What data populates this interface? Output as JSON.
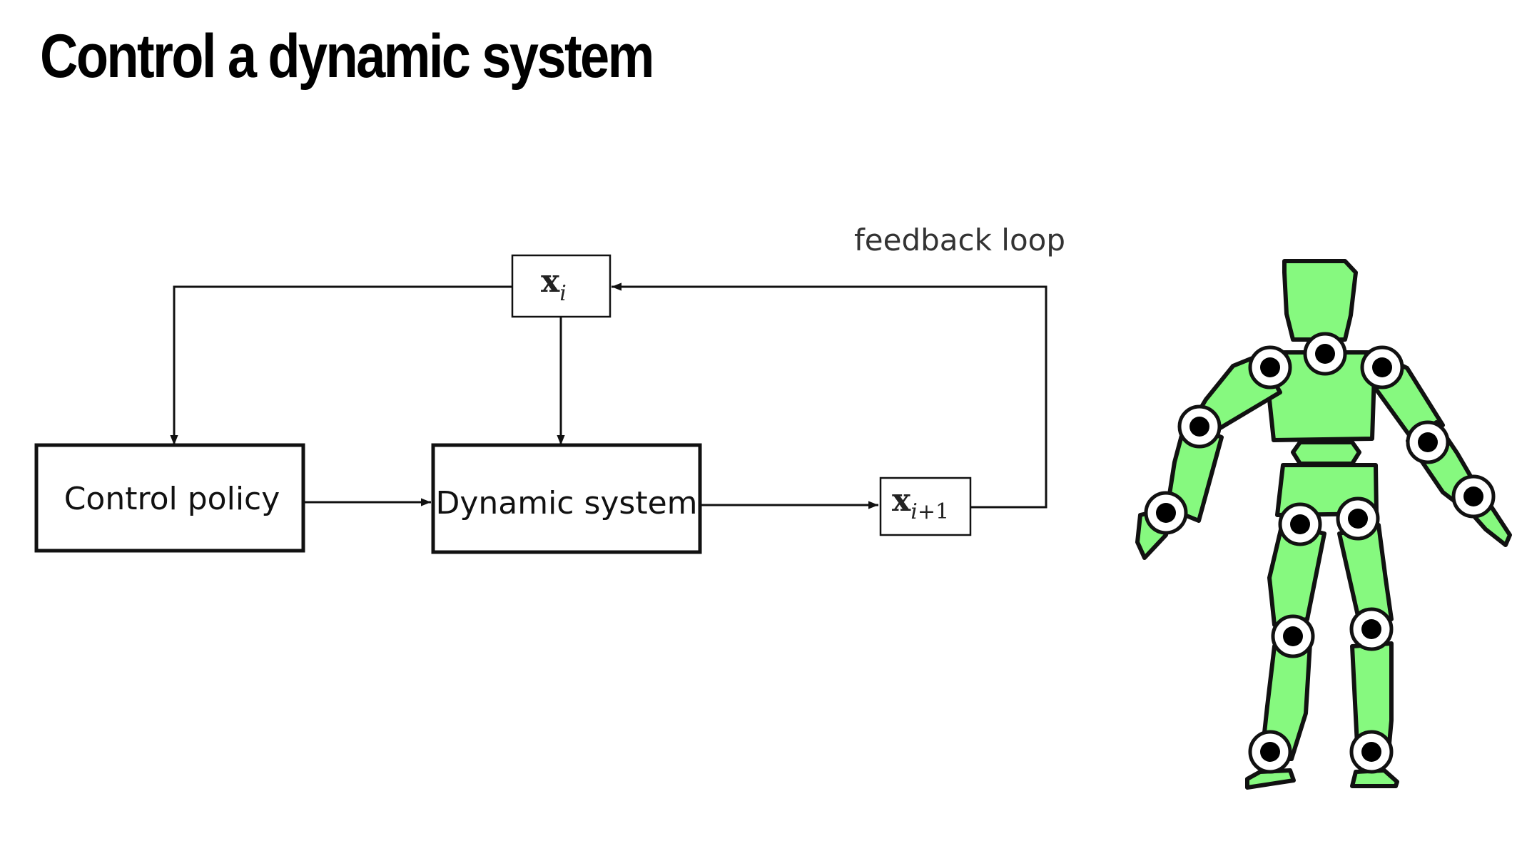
{
  "title": "Control a dynamic system",
  "diagram": {
    "boxes": {
      "control_policy": "Control policy",
      "dynamic_system": "Dynamic system"
    },
    "state_current": {
      "symbol": "x",
      "subscript": "i"
    },
    "state_next": {
      "symbol": "x",
      "subscript_italic": "i",
      "subscript_rest": "+1"
    },
    "feedback_label": "feedback loop"
  },
  "figure": {
    "body_color": "#86f97f",
    "outline_color": "#111111",
    "joint_color": "#000000"
  }
}
